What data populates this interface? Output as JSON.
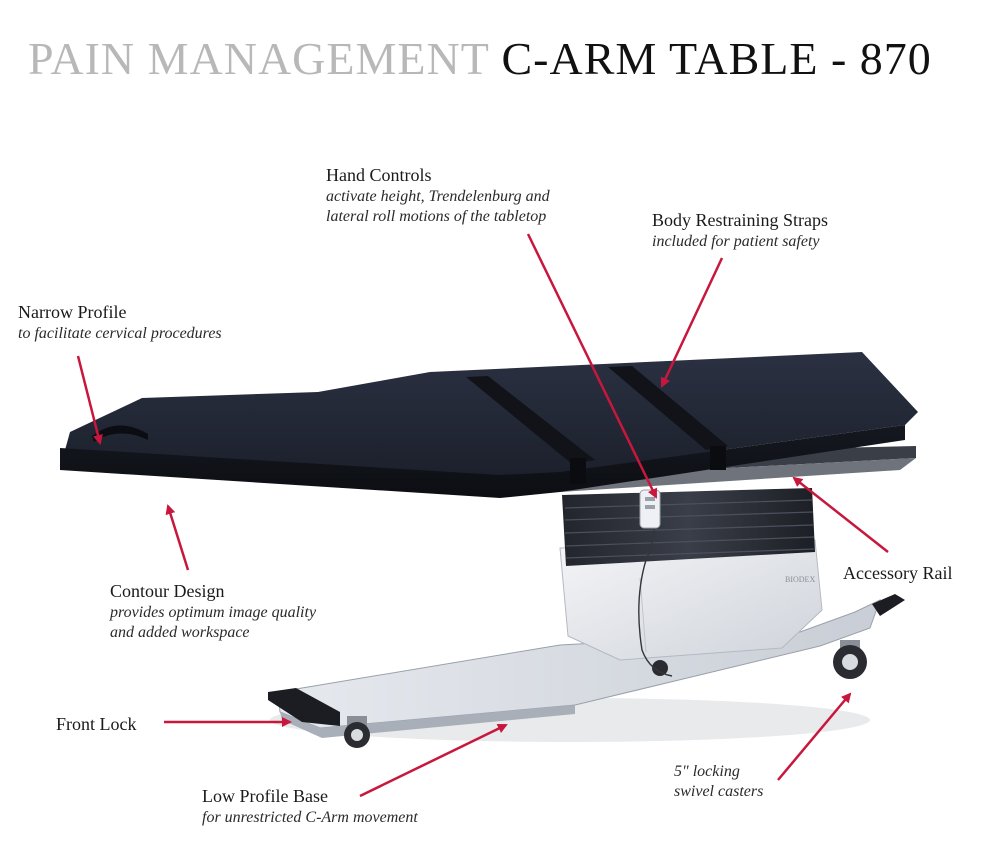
{
  "title": {
    "light": "PAIN MANAGEMENT",
    "dark": "C-ARM TABLE - 870"
  },
  "colors": {
    "arrow": "#c8173c",
    "title_light": "#b8b8b8",
    "title_dark": "#111111",
    "pad": "#1f2330"
  },
  "product": {
    "brand_mark": "BIODEX"
  },
  "callouts": {
    "hand_controls": {
      "heading": "Hand Controls",
      "line1": "activate height, Trendelenburg and",
      "line2": "lateral roll motions of the tabletop"
    },
    "body_straps": {
      "heading": "Body Restraining Straps",
      "line1": "included for patient safety"
    },
    "narrow_profile": {
      "heading": "Narrow Profile",
      "line1": "to facilitate cervical procedures"
    },
    "contour_design": {
      "heading": "Contour Design",
      "line1": "provides optimum image quality",
      "line2": "and added workspace"
    },
    "accessory_rail": {
      "heading": "Accessory Rail"
    },
    "front_lock": {
      "heading": "Front Lock"
    },
    "low_profile_base": {
      "heading": "Low Profile Base",
      "line1": "for unrestricted C-Arm movement"
    },
    "casters": {
      "line1": "5\" locking",
      "line2": "swivel casters"
    }
  }
}
